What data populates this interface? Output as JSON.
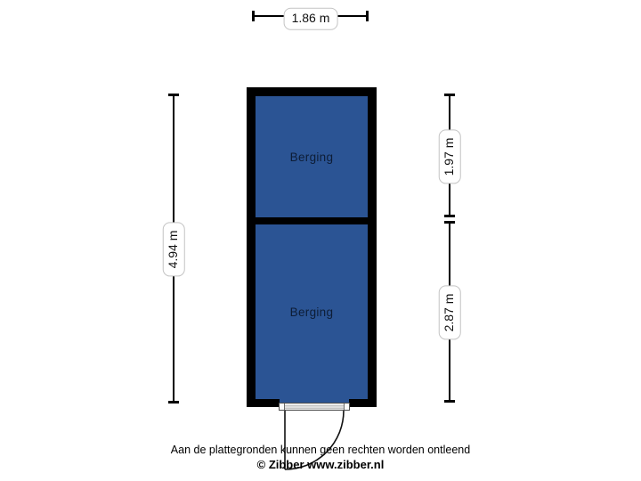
{
  "floorplan": {
    "rooms": [
      {
        "label": "Berging"
      },
      {
        "label": "Berging"
      }
    ],
    "dimensions": {
      "top_width": "1.86 m",
      "left_height": "4.94 m",
      "right_top": "1.97 m",
      "right_bottom": "2.87 m"
    },
    "colors": {
      "wall": "#000000",
      "room_fill": "#2b5494",
      "room_label_text": "#0d1d36",
      "dimension_line": "#000000",
      "dimension_label_bg": "#ffffff",
      "dimension_label_border": "#c4c4c4",
      "door_threshold": "#c3c3c3",
      "background": "#ffffff"
    }
  },
  "footer": {
    "disclaimer": "Aan de plattegronden kunnen geen rechten worden ontleend",
    "copyright": "© Zibber www.zibber.nl"
  }
}
